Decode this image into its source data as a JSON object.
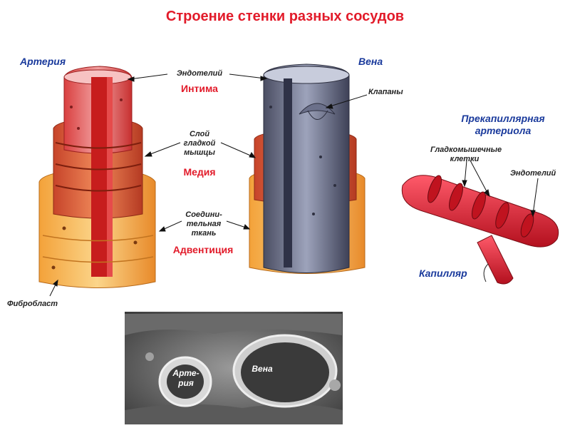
{
  "title": "Строение стенки разных сосудов",
  "vessels": {
    "artery": "Артерия",
    "vein": "Вена",
    "arteriole": "Прекапиллярная артериола",
    "capillary": "Капилляр"
  },
  "layers": {
    "endothelium": "Эндотелий",
    "intima": "Интима",
    "smooth_muscle": "Слой гладкой мышцы",
    "media": "Медия",
    "connective": "Соедини-тельная ткань",
    "adventitia": "Адвентиция"
  },
  "annotations": {
    "valves": "Клапаны",
    "smooth_muscle_cells": "Гладкомышечные клетки",
    "endothelium_right": "Эндотелий",
    "fibroblast": "Фибробласт"
  },
  "micrograph": {
    "artery": "Арте-рия",
    "vein": "Вена"
  }
}
